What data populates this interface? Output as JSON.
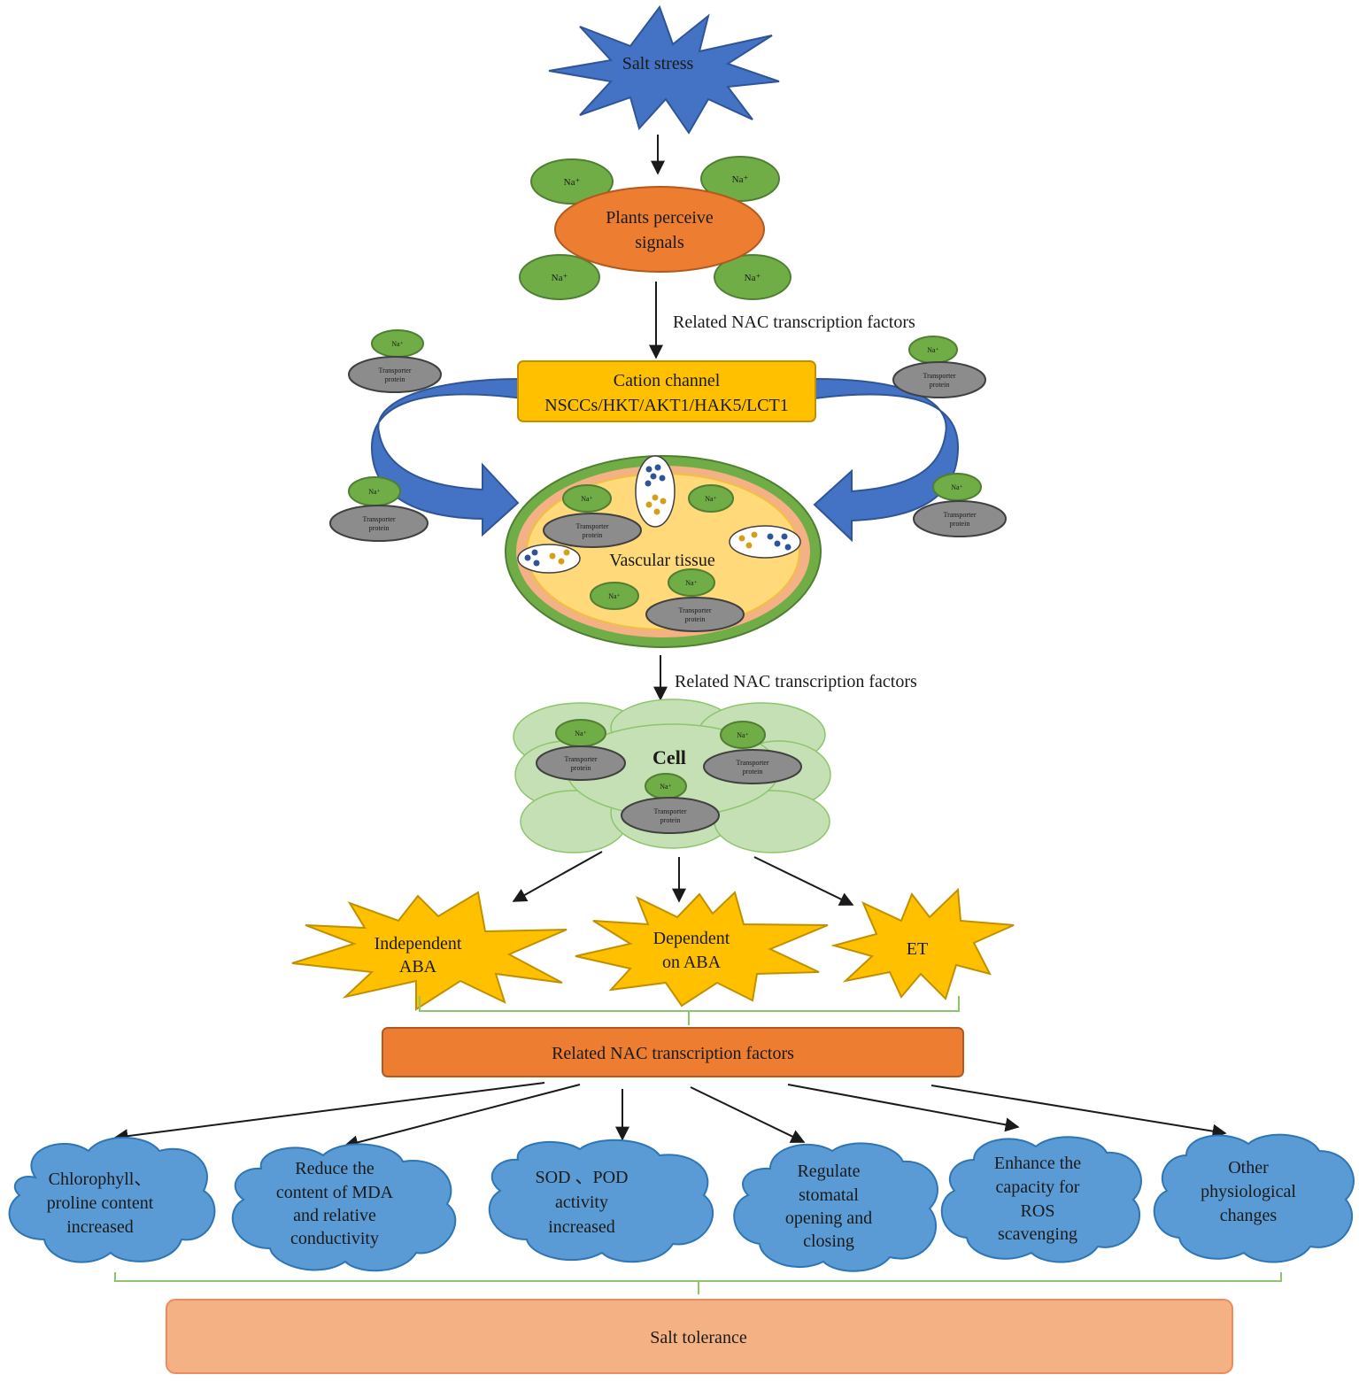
{
  "top": {
    "stress_label": "Salt stress",
    "perceive_label": [
      "Plants perceive",
      "signals"
    ],
    "na_label": "Na⁺",
    "nac_label_1": "Related NAC transcription factors",
    "nac_label_2": "Related NAC transcription factors"
  },
  "channel": {
    "line1": "Cation channel",
    "line2": "NSCCs/HKT/AKT1/HAK5/LCT1"
  },
  "transporter": {
    "line1": "Transporter",
    "line2": "protein"
  },
  "vascular": {
    "label": "Vascular tissue"
  },
  "cell": {
    "label": "Cell"
  },
  "pathways": {
    "independent": [
      "Independent",
      "ABA"
    ],
    "dependent": [
      "Dependent",
      "on ABA"
    ],
    "et": "ET"
  },
  "nac_box": "Related NAC transcription factors",
  "outcomes": [
    [
      "Chlorophyll、",
      "proline content",
      "increased"
    ],
    [
      "Reduce the",
      "content of MDA",
      "and relative",
      "conductivity"
    ],
    [
      "SOD 、POD",
      "activity",
      "increased"
    ],
    [
      "Regulate",
      "stomatal",
      "opening and",
      "closing"
    ],
    [
      "Enhance the",
      "capacity for",
      "ROS",
      "scavenging"
    ],
    [
      "Other",
      "physiological",
      "changes"
    ]
  ],
  "result": "Salt tolerance",
  "colors": {
    "star_blue": "#4472c4",
    "orange": "#ed7d31",
    "na_green": "#70ad47",
    "gold": "#ffc000",
    "grey": "#808080",
    "cloud_blue": "#5b9bd5",
    "salmon": "#f4b183"
  }
}
